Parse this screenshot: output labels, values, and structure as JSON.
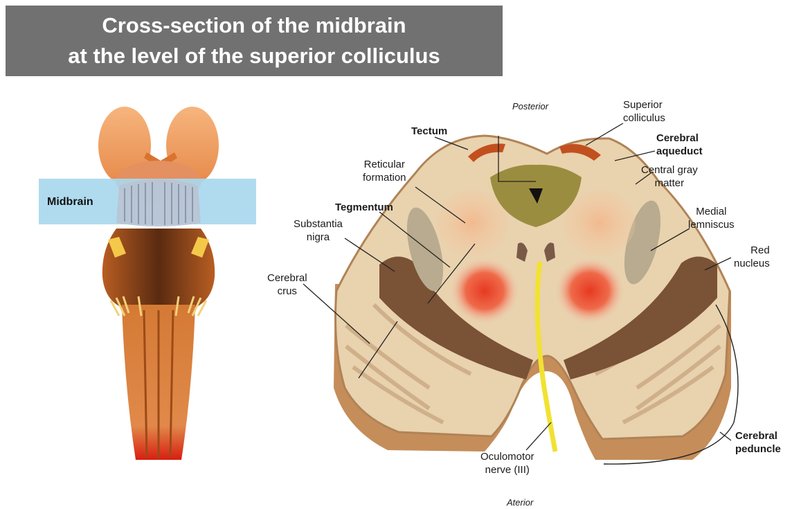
{
  "title": {
    "line1": "Cross-section of the midbrain",
    "line2": "at the level of the superior colliculus"
  },
  "brainstem": {
    "band_label": "Midbrain"
  },
  "labels": {
    "posterior": "Posterior",
    "anterior": "Aterior",
    "tectum": "Tectum",
    "superior_colliculus": [
      "Superior",
      "colliculus"
    ],
    "cerebral_aqueduct": [
      "Cerebral",
      "aqueduct"
    ],
    "central_gray_matter": [
      "Central gray",
      "matter"
    ],
    "reticular_formation": [
      "Reticular",
      "formation"
    ],
    "tegmentum": "Tegmentum",
    "substantia_nigra": [
      "Substantia",
      "nigra"
    ],
    "medial_lemniscus": [
      "Medial",
      "lemniscus"
    ],
    "red_nucleus": [
      "Red",
      "nucleus"
    ],
    "cerebral_crus": [
      "Cerebral",
      "crus"
    ],
    "cerebral_peduncle": [
      "Cerebral",
      "peduncle"
    ],
    "oculomotor_nerve": [
      "Oculomotor",
      "nerve (III)"
    ]
  },
  "colors": {
    "title_bg": "#717171",
    "band": "#a9d8ee",
    "tissue": "#e9d2ae",
    "gray_matter": "#9b8d3f",
    "red_nucleus": "#e8452c",
    "nigra": "#7a5236",
    "nerve": "#f1e232"
  }
}
